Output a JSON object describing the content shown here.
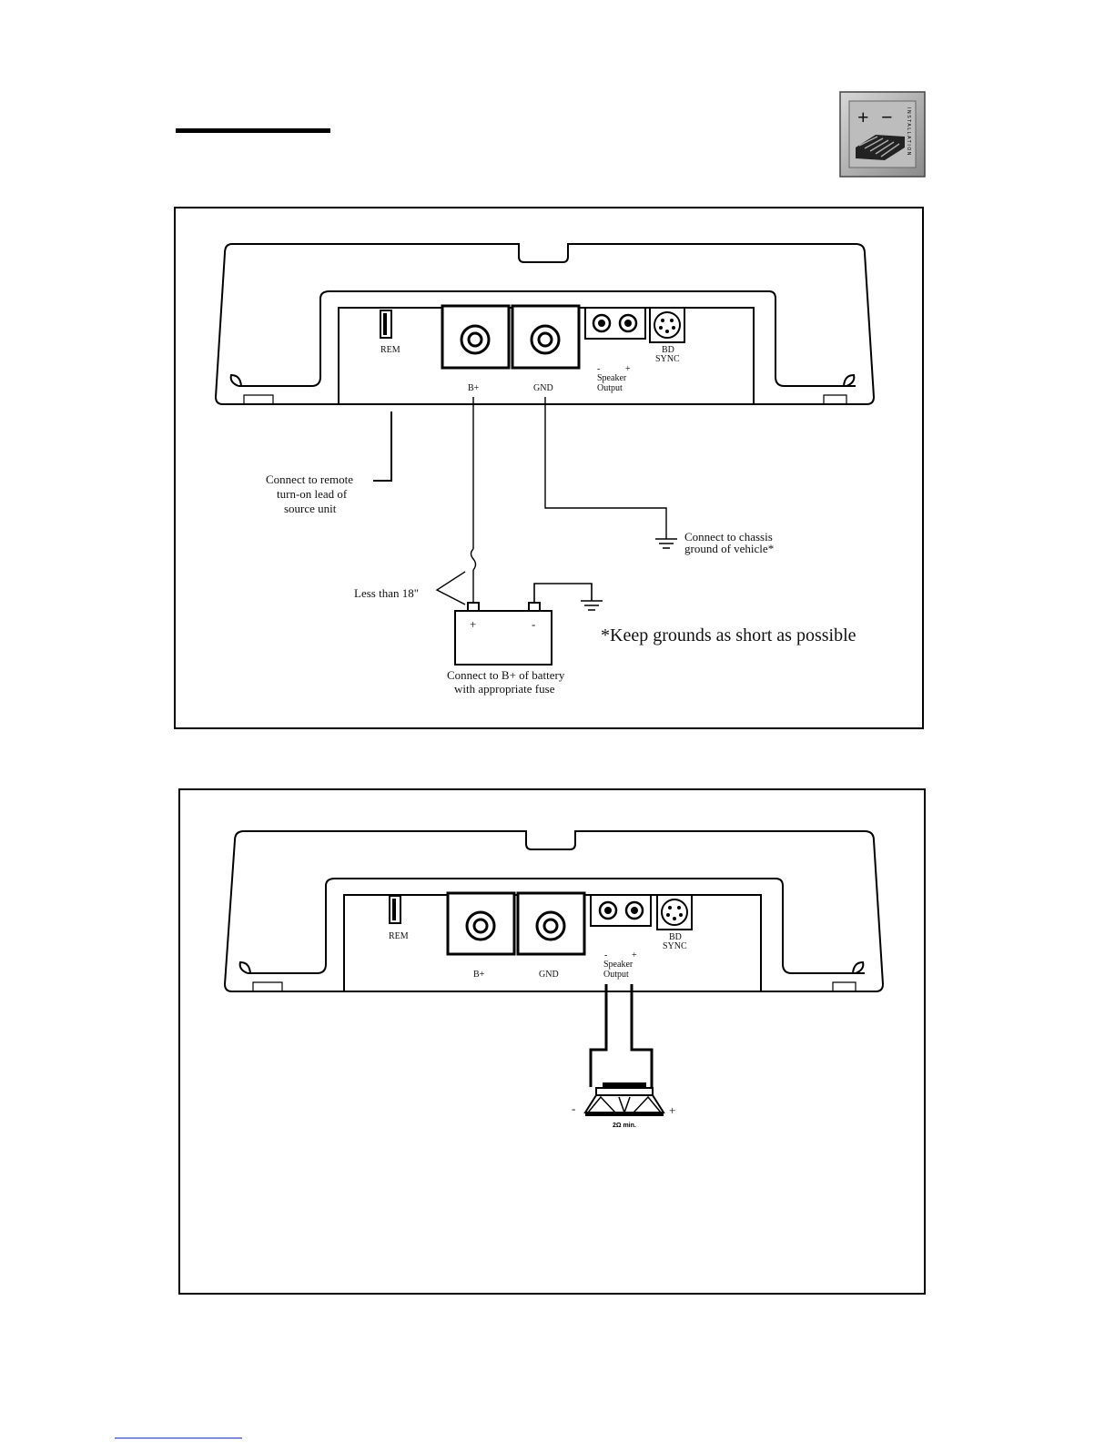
{
  "header": {
    "badge_letters": "INSTALLATION",
    "badge_plus": "+",
    "badge_minus": "−",
    "badge_icon": "amplifier-icon"
  },
  "power_diagram": {
    "amp": {
      "rem": "REM",
      "bplus": "B+",
      "gnd": "GND",
      "speaker_minus": "-",
      "speaker_plus": "+",
      "speaker_line1": "Speaker",
      "speaker_line2": "Output",
      "bd_line1": "BD",
      "bd_line2": "SYNC"
    },
    "remote_line1": "Connect to remote",
    "remote_line2": "turn-on lead of",
    "remote_line3": "source unit",
    "chassis_line1": "Connect to chassis",
    "chassis_line2": "ground of vehicle*",
    "fuse_label": "Less than 18\"",
    "battery_plus": "+",
    "battery_minus": "-",
    "battery_line1": "Connect to B+ of battery",
    "battery_line2": "with appropriate fuse",
    "note": "*Keep grounds as short as possible"
  },
  "speaker_diagram": {
    "amp": {
      "rem": "REM",
      "bplus": "B+",
      "gnd": "GND",
      "speaker_minus": "-",
      "speaker_plus": "+",
      "speaker_line1": "Speaker",
      "speaker_line2": "Output",
      "bd_line1": "BD",
      "bd_line2": "SYNC"
    },
    "speaker_minus": "-",
    "speaker_plus": "+",
    "impedance": "2Ω min."
  }
}
